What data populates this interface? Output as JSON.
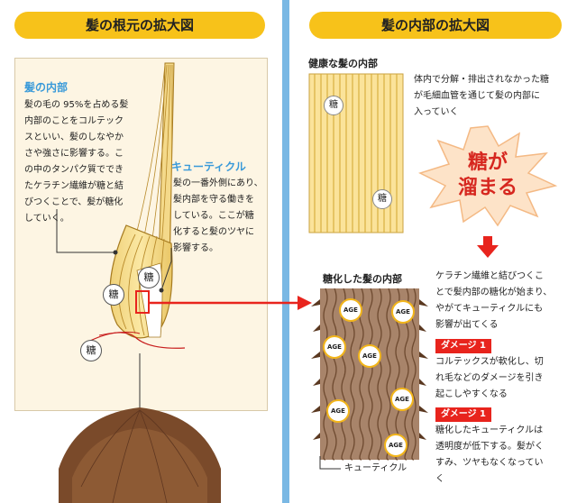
{
  "left": {
    "header": "髪の根元の拡大図",
    "inner_title": "髪の内部",
    "inner_text": [
      "髪の毛の 95%を占める髪",
      "内部のことをコルテック",
      "スといい、髪のしなやか",
      "さや強さに影響する。こ",
      "の中のタンパク質ででき",
      "たケラチン繊維が糖と結",
      "びつくことで、髪が糖化",
      "していく。"
    ],
    "cuticle_title": "キューティクル",
    "cuticle_text": [
      "髪の一番外側にあり、",
      "髪内部を守る働きを",
      "している。ここが糖",
      "化すると髪のツヤに",
      "影響する。"
    ],
    "sugar": "糖"
  },
  "right": {
    "header": "髪の内部の拡大図",
    "healthy_title": "健康な髪の内部",
    "intro_text": [
      "体内で分解・排出されなかった糖",
      "が毛細血管を通じて髪の内部に",
      "入っていく"
    ],
    "burst": [
      "糖が",
      "溜まる"
    ],
    "glycated_title": "糖化した髪の内部",
    "glycated_text": [
      "ケラチン繊維と結びつくこ",
      "とで髪内部の糖化が始まり、",
      "やがてキューティクルにも",
      "影響が出てくる"
    ],
    "damage1_label": "ダメージ 1",
    "damage1_text": [
      "コルテックスが軟化し、切",
      "れ毛などのダメージを引き",
      "起こしやすくなる"
    ],
    "damage2_label": "ダメージ 1",
    "damage2_text": [
      "糖化したキューティクルは",
      "透明度が低下する。髪がく",
      "すみ、ツヤもなくなってい",
      "く"
    ],
    "age": "AGE",
    "cuticle_label": "キューティクル",
    "sugar": "糖"
  },
  "colors": {
    "yellow": "#f7c21a",
    "blue": "#7ab8e4",
    "red": "#e8241d",
    "hair_brown": "#7a4a2a",
    "glycated_bg": "#a8846a"
  }
}
